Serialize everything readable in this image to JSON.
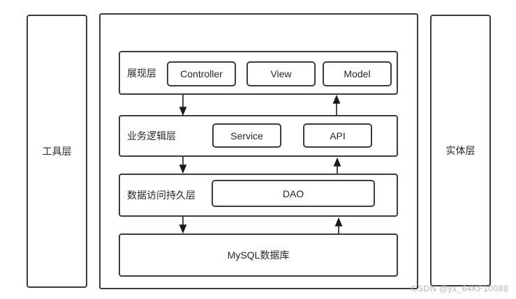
{
  "colors": {
    "border": "#3c3c3c",
    "text": "#262626",
    "background": "#ffffff",
    "watermark": "#b5b5b5"
  },
  "left_column": {
    "label": "工具层"
  },
  "right_column": {
    "label": "实体层"
  },
  "presentation_layer": {
    "label": "展现层",
    "boxes": {
      "controller": "Controller",
      "view": "View",
      "model": "Model"
    }
  },
  "business_layer": {
    "label": "业务逻辑层",
    "boxes": {
      "service": "Service",
      "api": "API"
    }
  },
  "data_access_layer": {
    "label": "数据访问持久层",
    "boxes": {
      "dao": "DAO"
    }
  },
  "database_layer": {
    "label": "MySQL数据库"
  },
  "watermark": {
    "text": "CSDN @yx_64KF10088"
  }
}
